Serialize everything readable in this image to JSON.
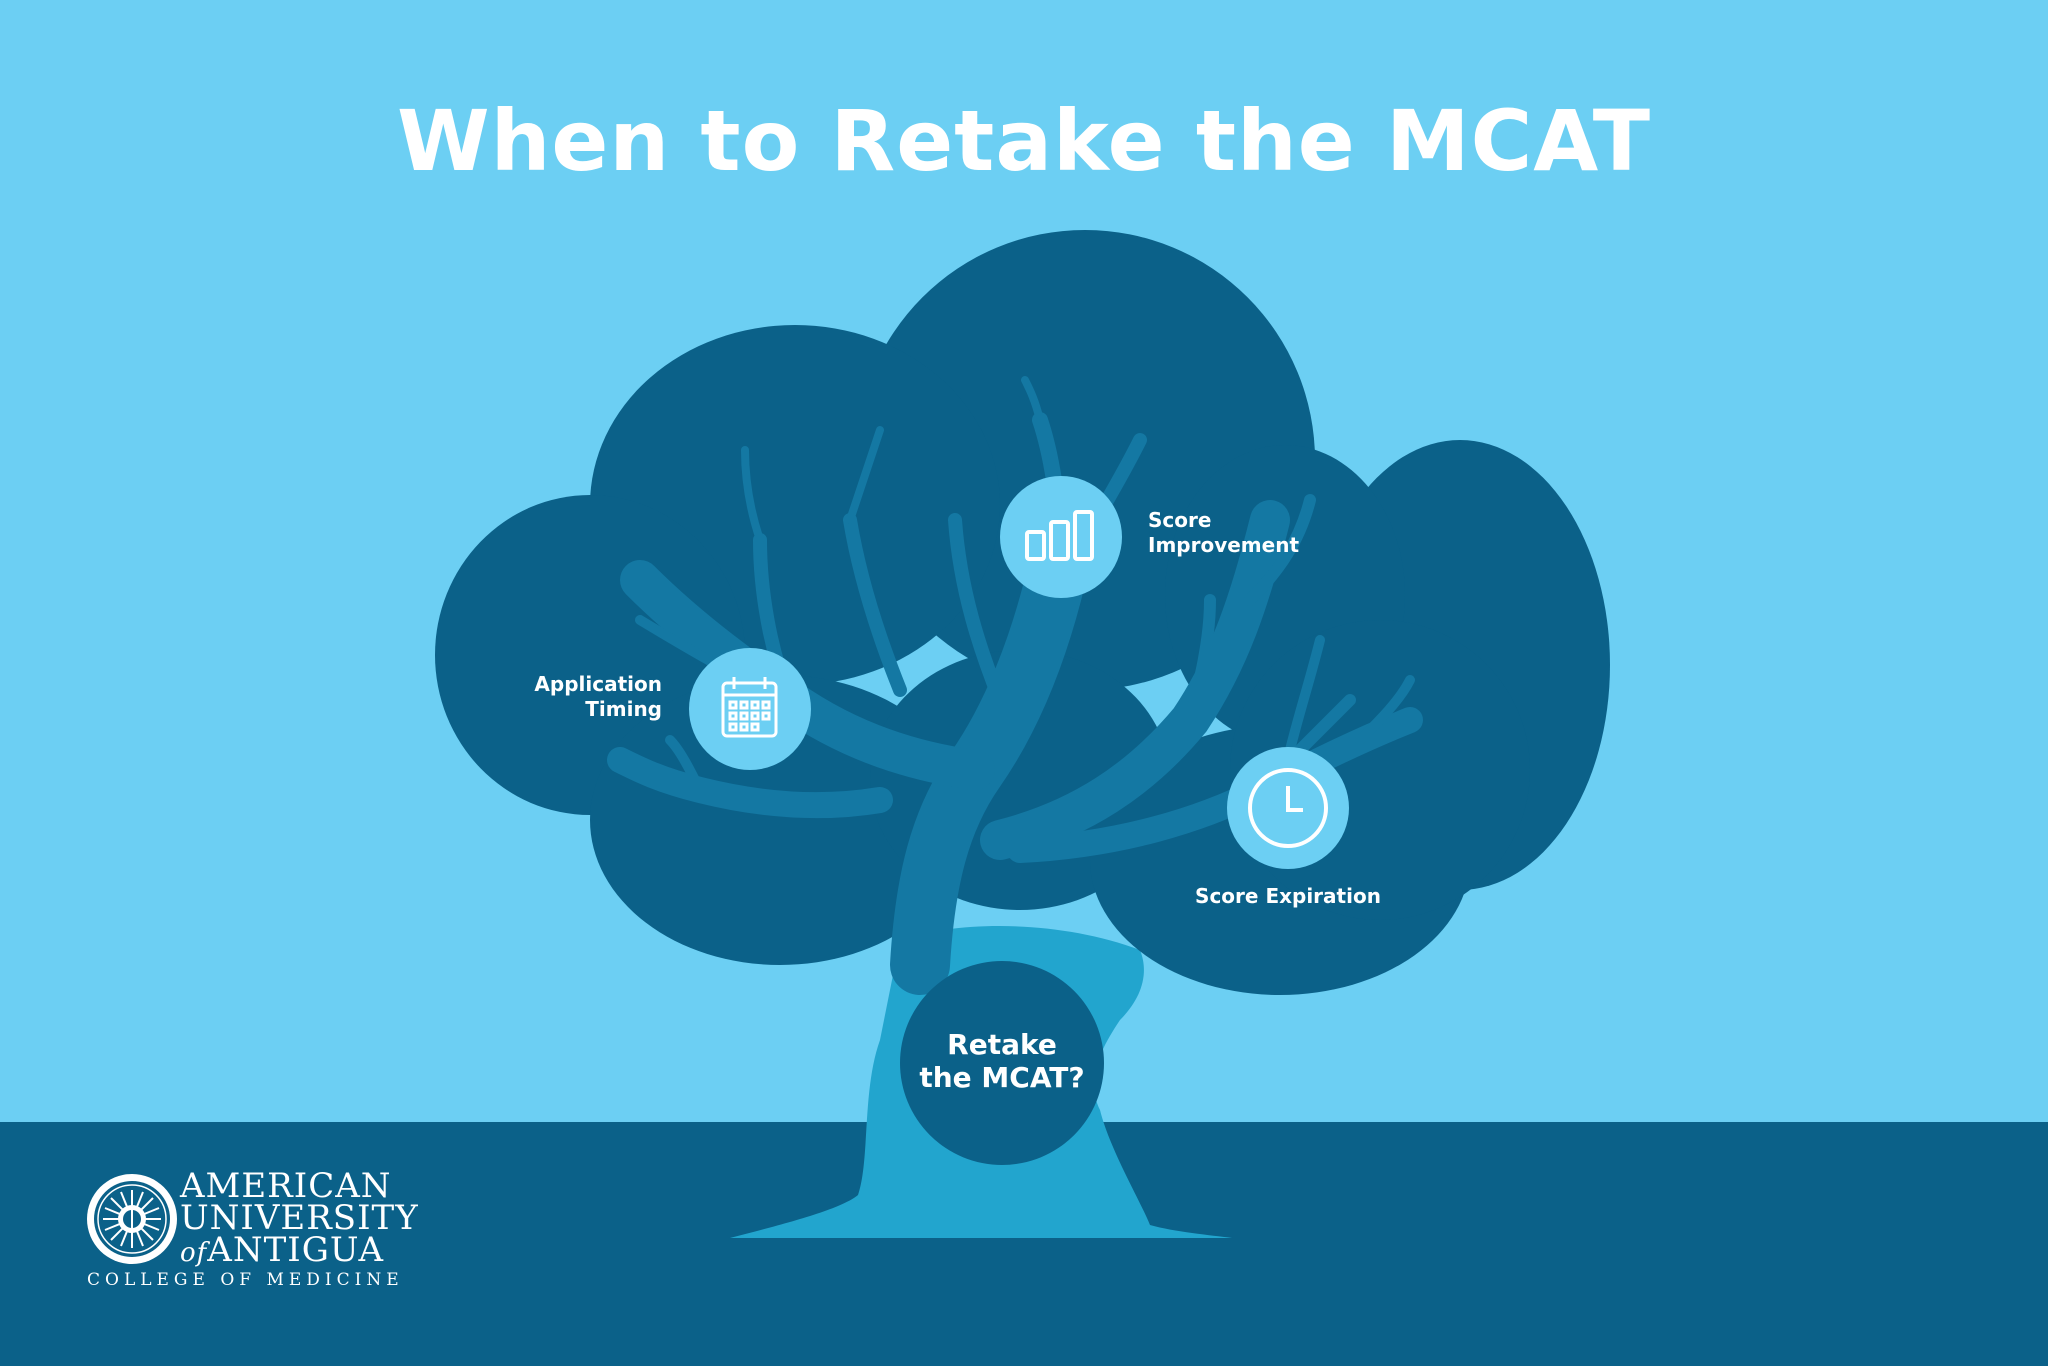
{
  "title": "When to Retake the MCAT",
  "center": {
    "line1": "Retake",
    "line2": "the MCAT?"
  },
  "nodes": [
    {
      "lines": [
        "Score",
        "Improvement"
      ],
      "icon": "bar-chart-icon"
    },
    {
      "lines": [
        "Application",
        "Timing"
      ],
      "icon": "calendar-icon"
    },
    {
      "lines": [
        "Score Expiration"
      ],
      "icon": "clock-icon"
    }
  ],
  "logo": {
    "line1": "AMERICAN",
    "line2": "UNIVERSITY",
    "of": "of",
    "line3": "ANTIGUA",
    "subtitle": "COLLEGE OF MEDICINE"
  },
  "colors": {
    "sky": "#6ccff3",
    "ground": "#0b6189",
    "canopy": "#0b6189",
    "branches": "#1478a3",
    "trunk": "#22a5ce",
    "icon_circle": "#6ccff3",
    "text": "#ffffff"
  }
}
